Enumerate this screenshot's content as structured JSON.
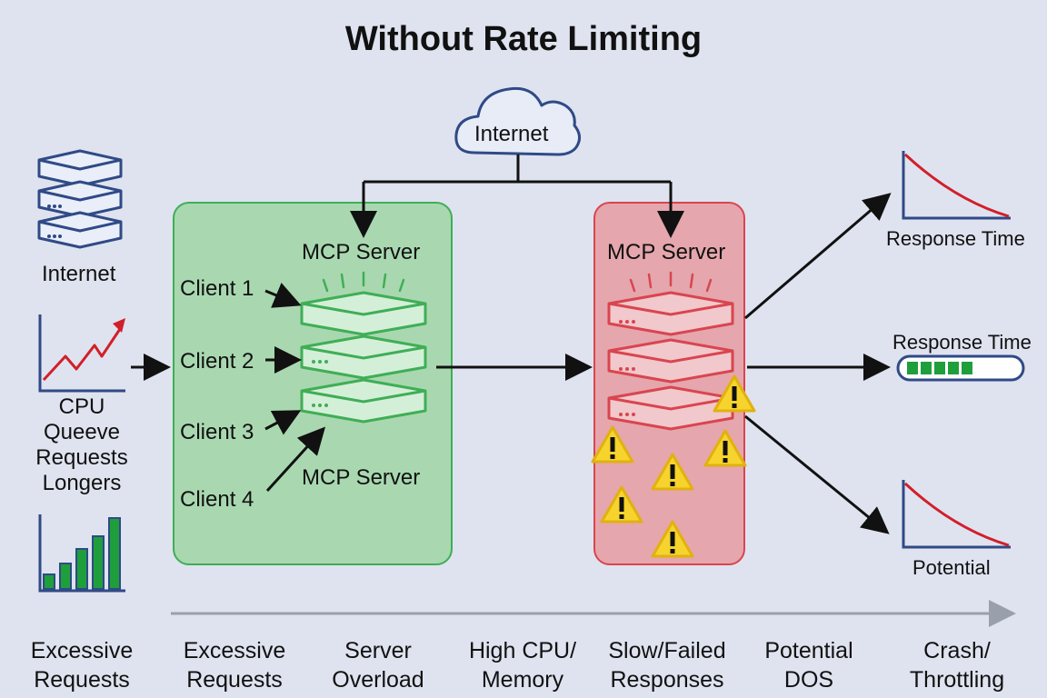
{
  "title": "Without Rate Limiting",
  "cloud_label": "Internet",
  "left_column": {
    "internet_label": "Internet",
    "cpu_lines": [
      "CPU",
      "Queeve",
      "Requests",
      "Longers"
    ]
  },
  "green_panel": {
    "server_top_label": "MCP Server",
    "server_bottom_label": "MCP Server",
    "clients": [
      "Client 1",
      "Client 2",
      "Client 3",
      "Client 4"
    ]
  },
  "red_panel": {
    "server_label": "MCP Server"
  },
  "right_column": {
    "top_chart_label": "Response Time",
    "progress_label": "Response Time",
    "bottom_chart_label": "Potential",
    "progress_segments": 5
  },
  "timeline": [
    [
      "Excessive",
      "Requests"
    ],
    [
      "Excessive",
      "Requests"
    ],
    [
      "Server",
      "Overload"
    ],
    [
      "High CPU/",
      "Memory"
    ],
    [
      "Slow/Failed",
      "Responses"
    ],
    [
      "Potential",
      "DOS"
    ],
    [
      "Crash/",
      "Throttling"
    ]
  ],
  "colors": {
    "background": "#dfe3ef",
    "green": "#3fae56",
    "red": "#d9454f",
    "blue": "#2f4a86",
    "warning": "#f6d32d"
  }
}
